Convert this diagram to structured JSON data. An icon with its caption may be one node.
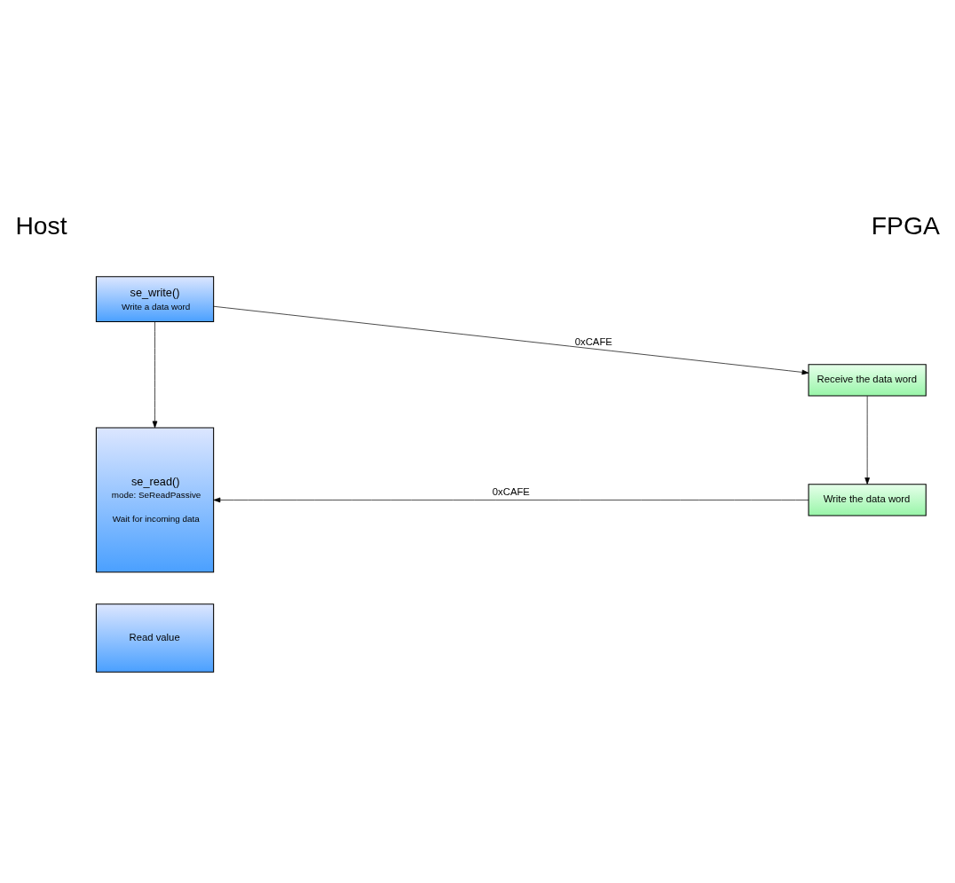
{
  "diagram": {
    "nodes": [
      {
        "text": [
          "se_write()",
          "Write a data word"
        ]
      },
      {
        "text": [
          "se_read()",
          "mode: SeReadPassive",
          "Wait for incoming data"
        ]
      },
      {
        "text": [
          "Read value"
        ]
      },
      {
        "text": [
          "Receive the data word"
        ]
      },
      {
        "text": [
          "Write the data word"
        ]
      }
    ],
    "edges": [
      {
        "from": 0,
        "to": 1,
        "arrow": "to"
      },
      {
        "from": 0,
        "to": 3,
        "arrow": "to",
        "label": "0xCAFE"
      },
      {
        "from": 3,
        "to": 4,
        "arrow": "to"
      },
      {
        "from": 4,
        "to": 1,
        "arrow": "to",
        "label": "0xCAFE"
      }
    ],
    "labels": [
      "Host",
      "FPGA"
    ]
  }
}
